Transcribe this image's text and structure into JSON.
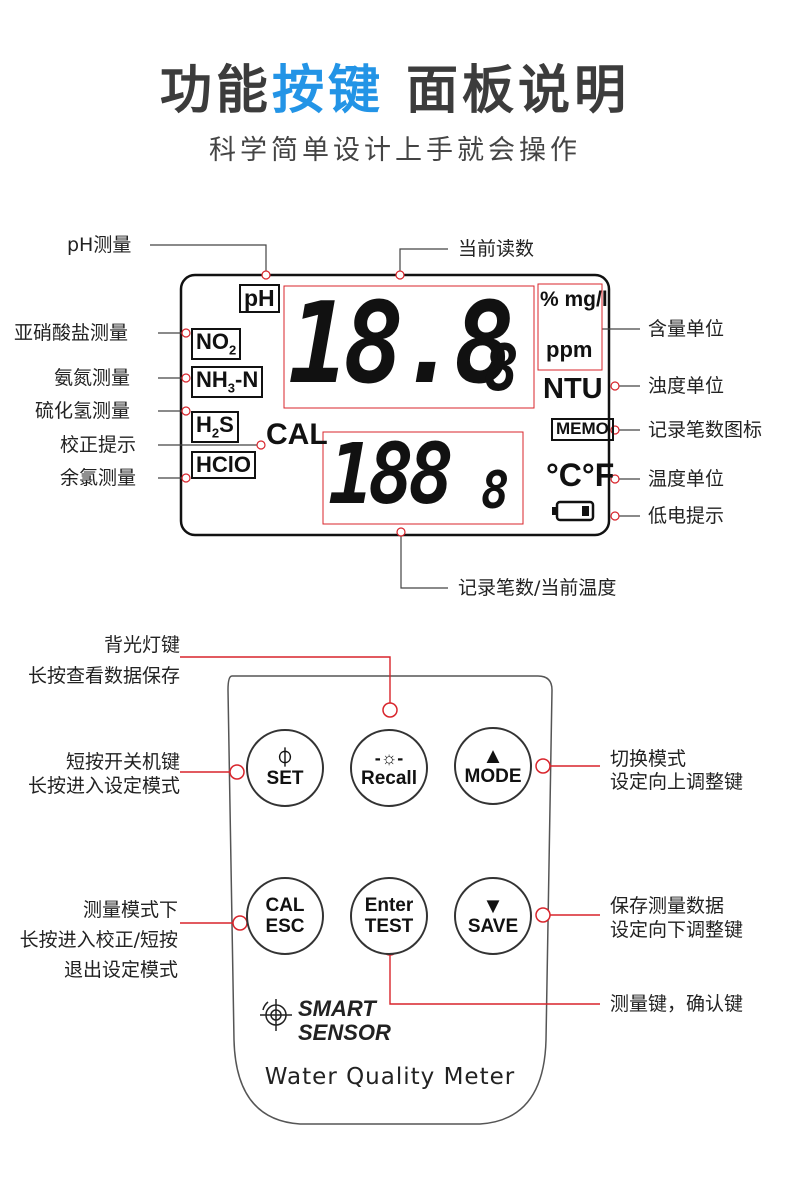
{
  "header": {
    "title_part1": "功能",
    "title_highlight": "按键",
    "title_part2": " 面板说明",
    "subtitle": "科学简单设计上手就会操作",
    "highlight_color": "#2394e6"
  },
  "lcd": {
    "labels": {
      "ph_measure": "pH测量",
      "current_reading": "当前读数",
      "nitrite": "亚硝酸盐测量",
      "ammonia": "氨氮测量",
      "h2s": "硫化氢测量",
      "calibration": "校正提示",
      "chlorine": "余氯测量",
      "content_unit": "含量单位",
      "turbidity_unit": "浊度单位",
      "memo_icon": "记录笔数图标",
      "temp_unit": "温度单位",
      "low_battery": "低电提示",
      "record_temp": "记录笔数/当前温度"
    },
    "display": {
      "ph": "pH",
      "no2": "NO",
      "no2_sub": "2",
      "nh3n": "NH",
      "nh3n_sub": "3",
      "nh3n_tail": "-N",
      "h2s_h": "H",
      "h2s_sub": "2",
      "h2s_tail": "S",
      "hclo": "HClO",
      "cal": "CAL",
      "main_digits": "18.8",
      "main_small": "8",
      "sub_digits": "188",
      "sub_small": "8",
      "unit_line1": "% mg/l",
      "unit_line2": "ppm",
      "ntu": "NTU",
      "memo": "MEMO",
      "temp_c": "°C",
      "temp_f": "°F"
    },
    "marker_color": "#d8242b"
  },
  "keypad": {
    "labels": {
      "backlight": "背光灯键",
      "backlight_long": "长按查看数据保存",
      "power_short": "短按开关机键",
      "power_long": "长按进入设定模式",
      "mode_switch": "切换模式",
      "mode_up": "设定向上调整键",
      "cal_line1": "测量模式下",
      "cal_line2": "长按进入校正/短按",
      "cal_line3": "退出设定模式",
      "save_line1": "保存测量数据",
      "save_line2": "设定向下调整键",
      "test_key": "测量键，确认键"
    },
    "buttons": {
      "set": "SET",
      "set_icon": "⏀",
      "recall": "Recall",
      "recall_icon": "-☼-",
      "mode": "MODE",
      "mode_icon": "▲",
      "cal": "CAL",
      "esc": "ESC",
      "enter": "Enter",
      "test": "TEST",
      "save": "SAVE",
      "save_icon": "▼"
    },
    "brand_line1": "SMART",
    "brand_line2": "SENSOR",
    "meter_name": "Water  Quality  Meter"
  }
}
